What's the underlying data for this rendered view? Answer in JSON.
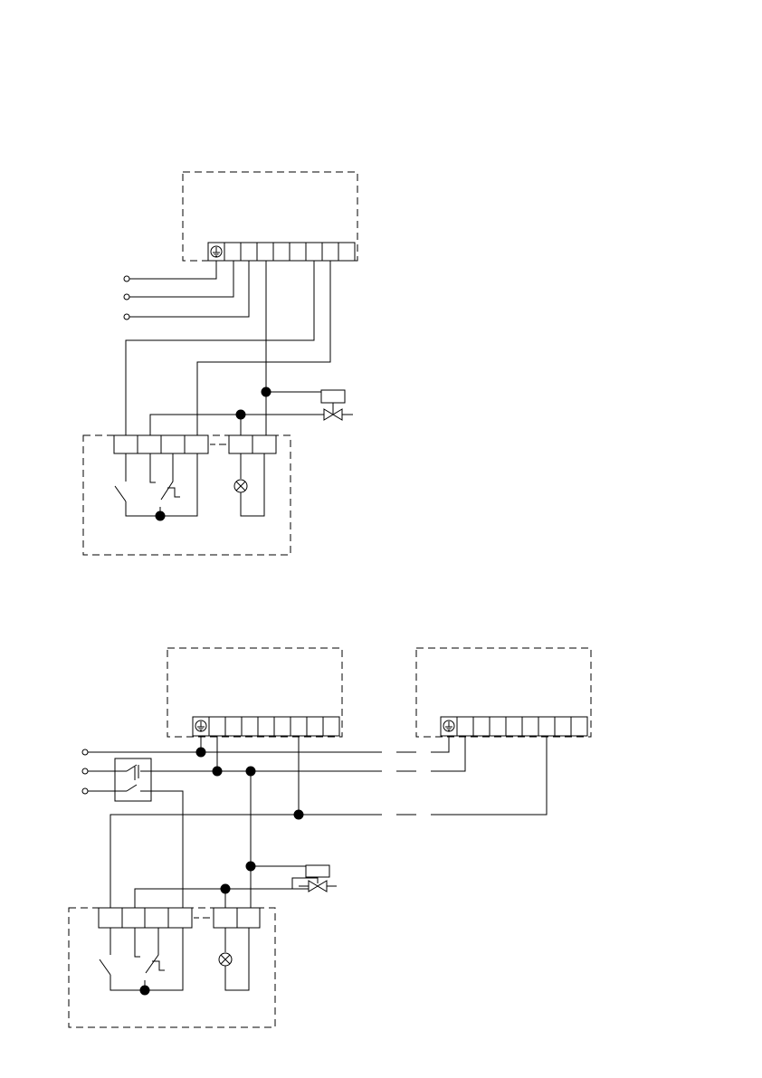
{
  "diagram": {
    "type": "electrical-wiring-schematic",
    "colors": {
      "line": "#000000",
      "background": "#ffffff"
    },
    "upper": {
      "unit_panel": {
        "terminal_count": 9,
        "first_terminal_symbol": "protective-earth-icon"
      },
      "supply_inputs": 3,
      "components": [
        "valve-coil-icon",
        "solenoid-valve-icon",
        "switch-icon",
        "change-over-contact-icon",
        "lamp-icon"
      ],
      "control_box_terminals": [
        4,
        2
      ]
    },
    "lower": {
      "unit_panels": [
        {
          "terminal_count": 9,
          "first_terminal_symbol": "protective-earth-icon"
        },
        {
          "terminal_count": 9,
          "first_terminal_symbol": "protective-earth-icon"
        }
      ],
      "supply_inputs": 3,
      "isolator_switch": "two-pole-isolator-icon",
      "components": [
        "valve-coil-icon",
        "solenoid-valve-icon",
        "switch-icon",
        "change-over-contact-icon",
        "lamp-icon"
      ],
      "control_box_terminals": [
        4,
        2
      ]
    }
  }
}
